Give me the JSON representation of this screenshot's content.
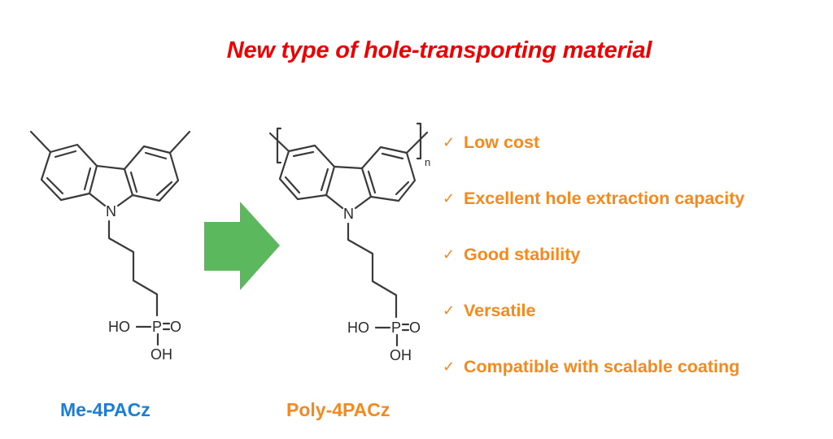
{
  "title": {
    "text": "New type of hole-transporting material",
    "color": "#ee0000"
  },
  "molecules": [
    {
      "name": "Me-4PACz",
      "label_color": "#1a7fd4",
      "atoms": {
        "nitrogen": "N",
        "phosphonic_left": "HO",
        "phosphorus": "P",
        "double_bond_oxygen": "O",
        "hydroxyl_bottom": "OH"
      }
    },
    {
      "name": "Poly-4PACz",
      "label_color": "#f5891e",
      "atoms": {
        "nitrogen": "N",
        "phosphonic_left": "HO",
        "phosphorus": "P",
        "double_bond_oxygen": "O",
        "hydroxyl_bottom": "OH",
        "repeat_subscript": "n"
      }
    }
  ],
  "arrow": {
    "icon": "right-arrow-icon",
    "color": "#5cb85c"
  },
  "benefits": {
    "color": "#f5891e",
    "check_glyph": "✓",
    "items": [
      "Low cost",
      "Excellent hole extraction capacity",
      "Good stability",
      "Versatile",
      "Compatible with scalable coating"
    ]
  }
}
